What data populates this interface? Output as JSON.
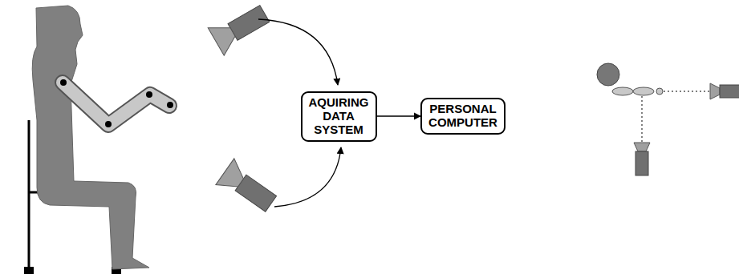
{
  "diagram": {
    "nodes": [
      {
        "text": [
          "AQUIRING DATA SYSTEM"
        ]
      },
      {
        "text": [
          "PERSONAL COMPUTER"
        ]
      }
    ],
    "edges": [
      {
        "from": 0,
        "to": 1,
        "arrow": "to"
      }
    ]
  }
}
